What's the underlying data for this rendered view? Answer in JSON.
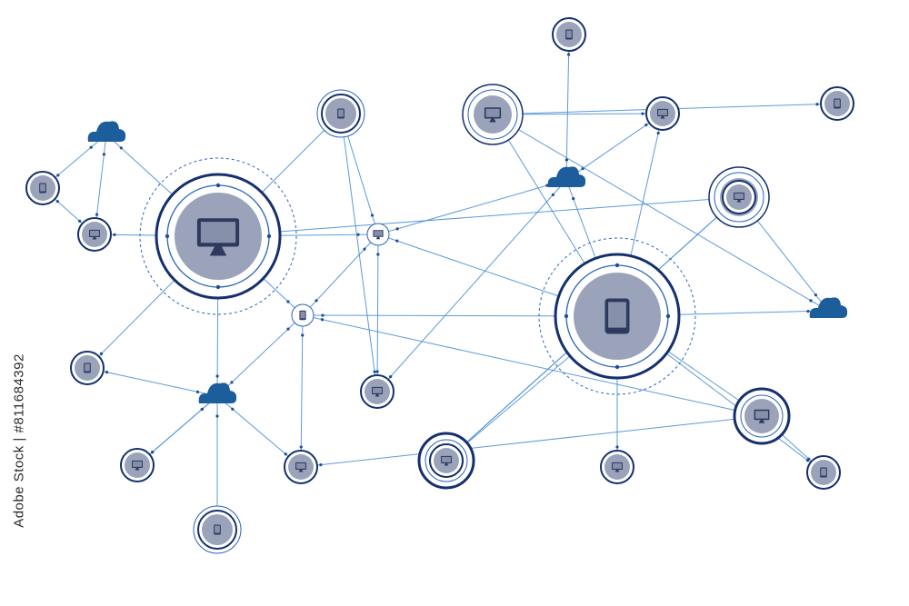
{
  "watermark": {
    "id_text": "Adobe Stock | #811684392"
  },
  "colors": {
    "line": "#4a8fd6",
    "ring_dark": "#14306e",
    "ring_mid": "#2a63b5",
    "disk": "#9aa3ba",
    "glyph": "#2d3a5e",
    "cloud": "#1c5d9c",
    "dot": "#1d4f91"
  },
  "nodes": [
    {
      "id": "hub-monitor",
      "kind": "hub",
      "device": "monitor"
    },
    {
      "id": "hub-tablet",
      "kind": "hub",
      "device": "tablet"
    },
    {
      "id": "small-monitor-1",
      "kind": "small",
      "device": "monitor"
    },
    {
      "id": "small-monitor-2",
      "kind": "small",
      "device": "monitor"
    },
    {
      "id": "cloud-1",
      "kind": "cloud"
    },
    {
      "id": "cloud-2",
      "kind": "cloud"
    },
    {
      "id": "cloud-3",
      "kind": "cloud"
    },
    {
      "id": "cloud-4",
      "kind": "cloud"
    },
    {
      "id": "junction-monitor",
      "kind": "junction",
      "device": "monitor"
    },
    {
      "id": "junction-tablet",
      "kind": "junction",
      "device": "tablet"
    },
    {
      "id": "node-tablet-1",
      "kind": "node",
      "device": "tablet"
    },
    {
      "id": "node-tablet-2",
      "kind": "node",
      "device": "tablet"
    },
    {
      "id": "node-tablet-3",
      "kind": "node",
      "device": "tablet"
    },
    {
      "id": "node-tablet-4",
      "kind": "node",
      "device": "tablet"
    },
    {
      "id": "node-tablet-5",
      "kind": "node",
      "device": "tablet"
    },
    {
      "id": "node-tablet-6",
      "kind": "node",
      "device": "tablet"
    },
    {
      "id": "node-tablet-7",
      "kind": "node",
      "device": "tablet"
    },
    {
      "id": "node-tablet-8",
      "kind": "node",
      "device": "tablet"
    },
    {
      "id": "node-monitor-1",
      "kind": "node",
      "device": "monitor"
    },
    {
      "id": "node-monitor-2",
      "kind": "node",
      "device": "monitor"
    },
    {
      "id": "node-monitor-3",
      "kind": "node",
      "device": "monitor"
    },
    {
      "id": "node-monitor-4",
      "kind": "node",
      "device": "monitor"
    },
    {
      "id": "node-monitor-5",
      "kind": "node",
      "device": "monitor"
    },
    {
      "id": "node-monitor-6",
      "kind": "node",
      "device": "monitor"
    },
    {
      "id": "node-monitor-7",
      "kind": "node",
      "device": "monitor"
    },
    {
      "id": "node-monitor-8",
      "kind": "node",
      "device": "monitor"
    },
    {
      "id": "node-monitor-9",
      "kind": "node",
      "device": "monitor"
    }
  ],
  "edges": [
    [
      "hub-monitor",
      "cloud-1"
    ],
    [
      "hub-monitor",
      "small-monitor-1"
    ],
    [
      "hub-monitor",
      "node-tablet-2"
    ],
    [
      "hub-monitor",
      "junction-monitor"
    ],
    [
      "hub-monitor",
      "node-tablet-3"
    ],
    [
      "hub-monitor",
      "cloud-2"
    ],
    [
      "hub-monitor",
      "junction-tablet"
    ],
    [
      "hub-tablet",
      "junction-monitor"
    ],
    [
      "hub-tablet",
      "junction-tablet"
    ],
    [
      "hub-tablet",
      "cloud-3"
    ],
    [
      "hub-tablet",
      "node-monitor-1"
    ],
    [
      "hub-tablet",
      "small-monitor-2"
    ],
    [
      "hub-tablet",
      "cloud-4"
    ],
    [
      "hub-tablet",
      "node-monitor-5"
    ],
    [
      "hub-tablet",
      "node-monitor-4"
    ],
    [
      "hub-tablet",
      "node-tablet-7"
    ],
    [
      "hub-tablet",
      "node-monitor-9"
    ],
    [
      "cloud-1",
      "node-tablet-1"
    ],
    [
      "cloud-1",
      "node-monitor-2"
    ],
    [
      "node-tablet-1",
      "node-monitor-2"
    ],
    [
      "node-monitor-2",
      "hub-monitor"
    ],
    [
      "node-tablet-2",
      "node-monitor-3"
    ],
    [
      "node-tablet-2",
      "junction-monitor"
    ],
    [
      "node-monitor-3",
      "junction-monitor"
    ],
    [
      "node-monitor-3",
      "cloud-3"
    ],
    [
      "node-tablet-4",
      "cloud-3"
    ],
    [
      "junction-monitor",
      "cloud-3"
    ],
    [
      "junction-monitor",
      "junction-tablet"
    ],
    [
      "node-monitor-1",
      "cloud-3"
    ],
    [
      "node-monitor-1",
      "small-monitor-2"
    ],
    [
      "node-tablet-5",
      "small-monitor-2"
    ],
    [
      "small-monitor-2",
      "cloud-4"
    ],
    [
      "cloud-4",
      "small-monitor-1"
    ],
    [
      "small-monitor-1",
      "node-monitor-9"
    ],
    [
      "small-monitor-1",
      "node-tablet-8"
    ],
    [
      "cloud-2",
      "node-tablet-3"
    ],
    [
      "cloud-2",
      "node-monitor-6"
    ],
    [
      "cloud-2",
      "node-tablet-6"
    ],
    [
      "cloud-2",
      "node-monitor-7"
    ],
    [
      "junction-tablet",
      "cloud-2"
    ],
    [
      "junction-tablet",
      "node-monitor-7"
    ],
    [
      "junction-tablet",
      "node-monitor-4"
    ],
    [
      "node-monitor-7",
      "node-monitor-4"
    ],
    [
      "node-monitor-4",
      "node-tablet-7"
    ],
    [
      "node-monitor-6",
      "cloud-2"
    ]
  ]
}
